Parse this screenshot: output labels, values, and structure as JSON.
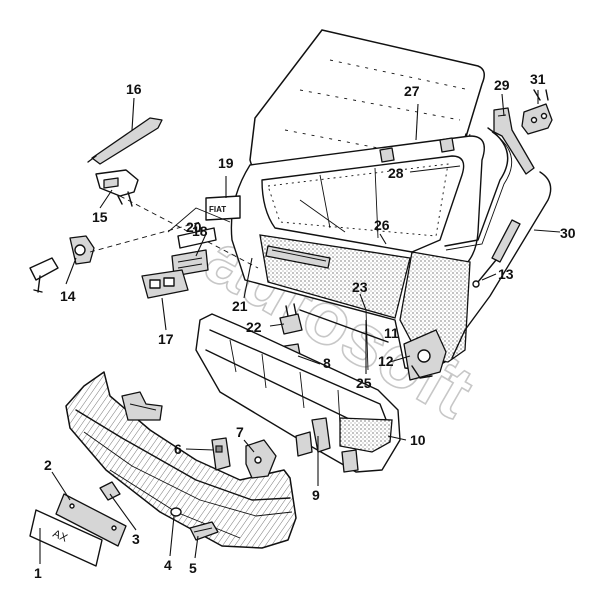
{
  "watermark": "autosoft",
  "callouts": [
    "1",
    "2",
    "3",
    "4",
    "5",
    "6",
    "7",
    "8",
    "9",
    "10",
    "11",
    "12",
    "13",
    "14",
    "15",
    "16",
    "17",
    "18",
    "19",
    "20",
    "21",
    "22",
    "23",
    "25",
    "26",
    "27",
    "28",
    "29",
    "30",
    "31"
  ],
  "plate_text": "AX",
  "badge_text": "FIAT"
}
